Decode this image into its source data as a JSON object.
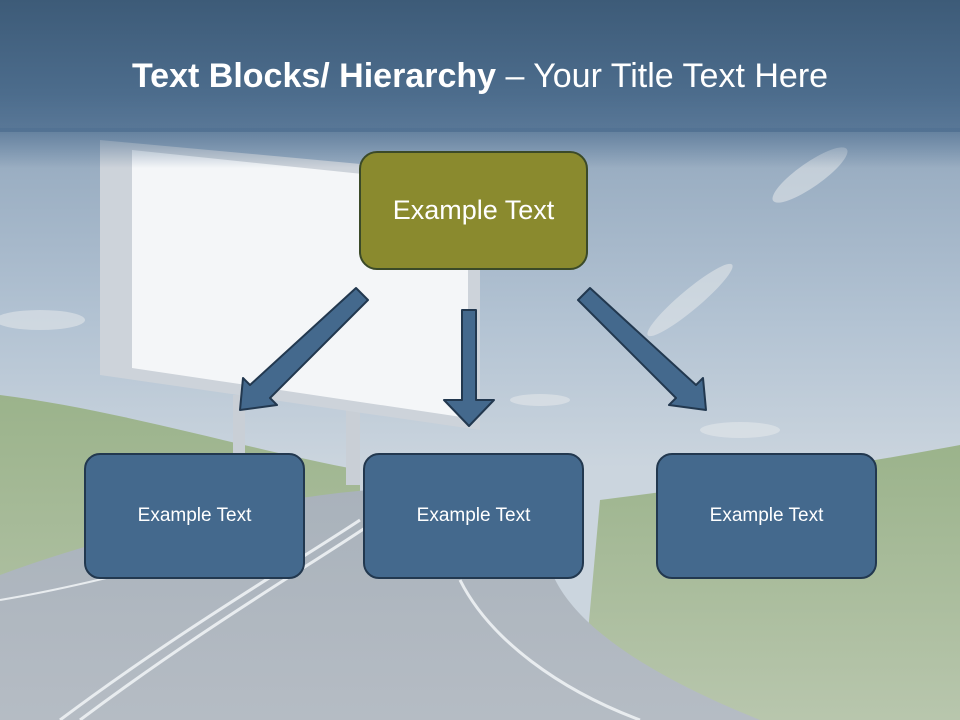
{
  "slide": {
    "title_bold": "Text Blocks/ Hierarchy",
    "title_separator": " – ",
    "title_rest": "Your Title Text Here"
  },
  "diagram": {
    "root": {
      "label": "Example Text"
    },
    "children": [
      {
        "label": "Example Text"
      },
      {
        "label": "Example Text"
      },
      {
        "label": "Example Text"
      }
    ]
  },
  "colors": {
    "title_bar": "#44698d",
    "root_fill": "#8a8a2e",
    "child_fill": "#44698d",
    "arrow_fill": "#44698d",
    "border": "#22384f"
  }
}
